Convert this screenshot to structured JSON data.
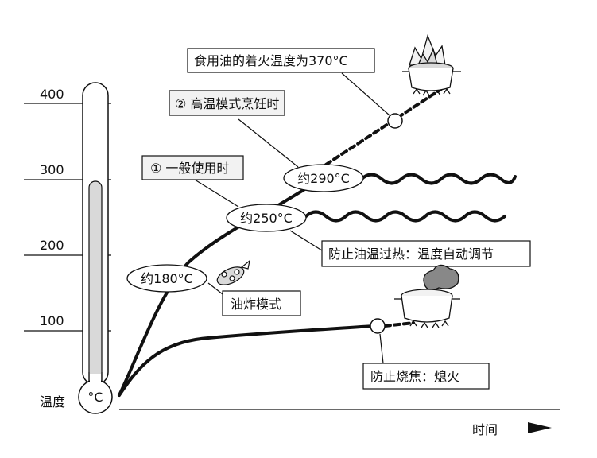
{
  "thermometer": {
    "ticks": [
      "400",
      "300",
      "200",
      "100"
    ],
    "bulb_label": "°C",
    "axis_label": "温度"
  },
  "time_axis": {
    "label": "时间"
  },
  "temperature_bubbles": {
    "t180": "约180°C",
    "t250": "约250°C",
    "t290": "约290°C"
  },
  "callouts": {
    "ignition": "食用油的着火温度为370°C",
    "high_temp_mode": "② 高温模式烹饪时",
    "normal_use": "① 一般使用时",
    "oil_overheat": "防止油温过热：温度自动调节",
    "fry_mode": "油炸模式",
    "anti_scorch": "防止烧焦：熄火"
  },
  "icons": {
    "flaming_pot": "pot-on-fire-icon",
    "smoking_pot": "smoking-pot-icon",
    "fried_food": "fried-shrimp-icon"
  },
  "colors": {
    "line": "#111111",
    "thermo_fill": "#d9d9d9",
    "callout_fill": "#f2f2f2",
    "white": "#ffffff"
  }
}
